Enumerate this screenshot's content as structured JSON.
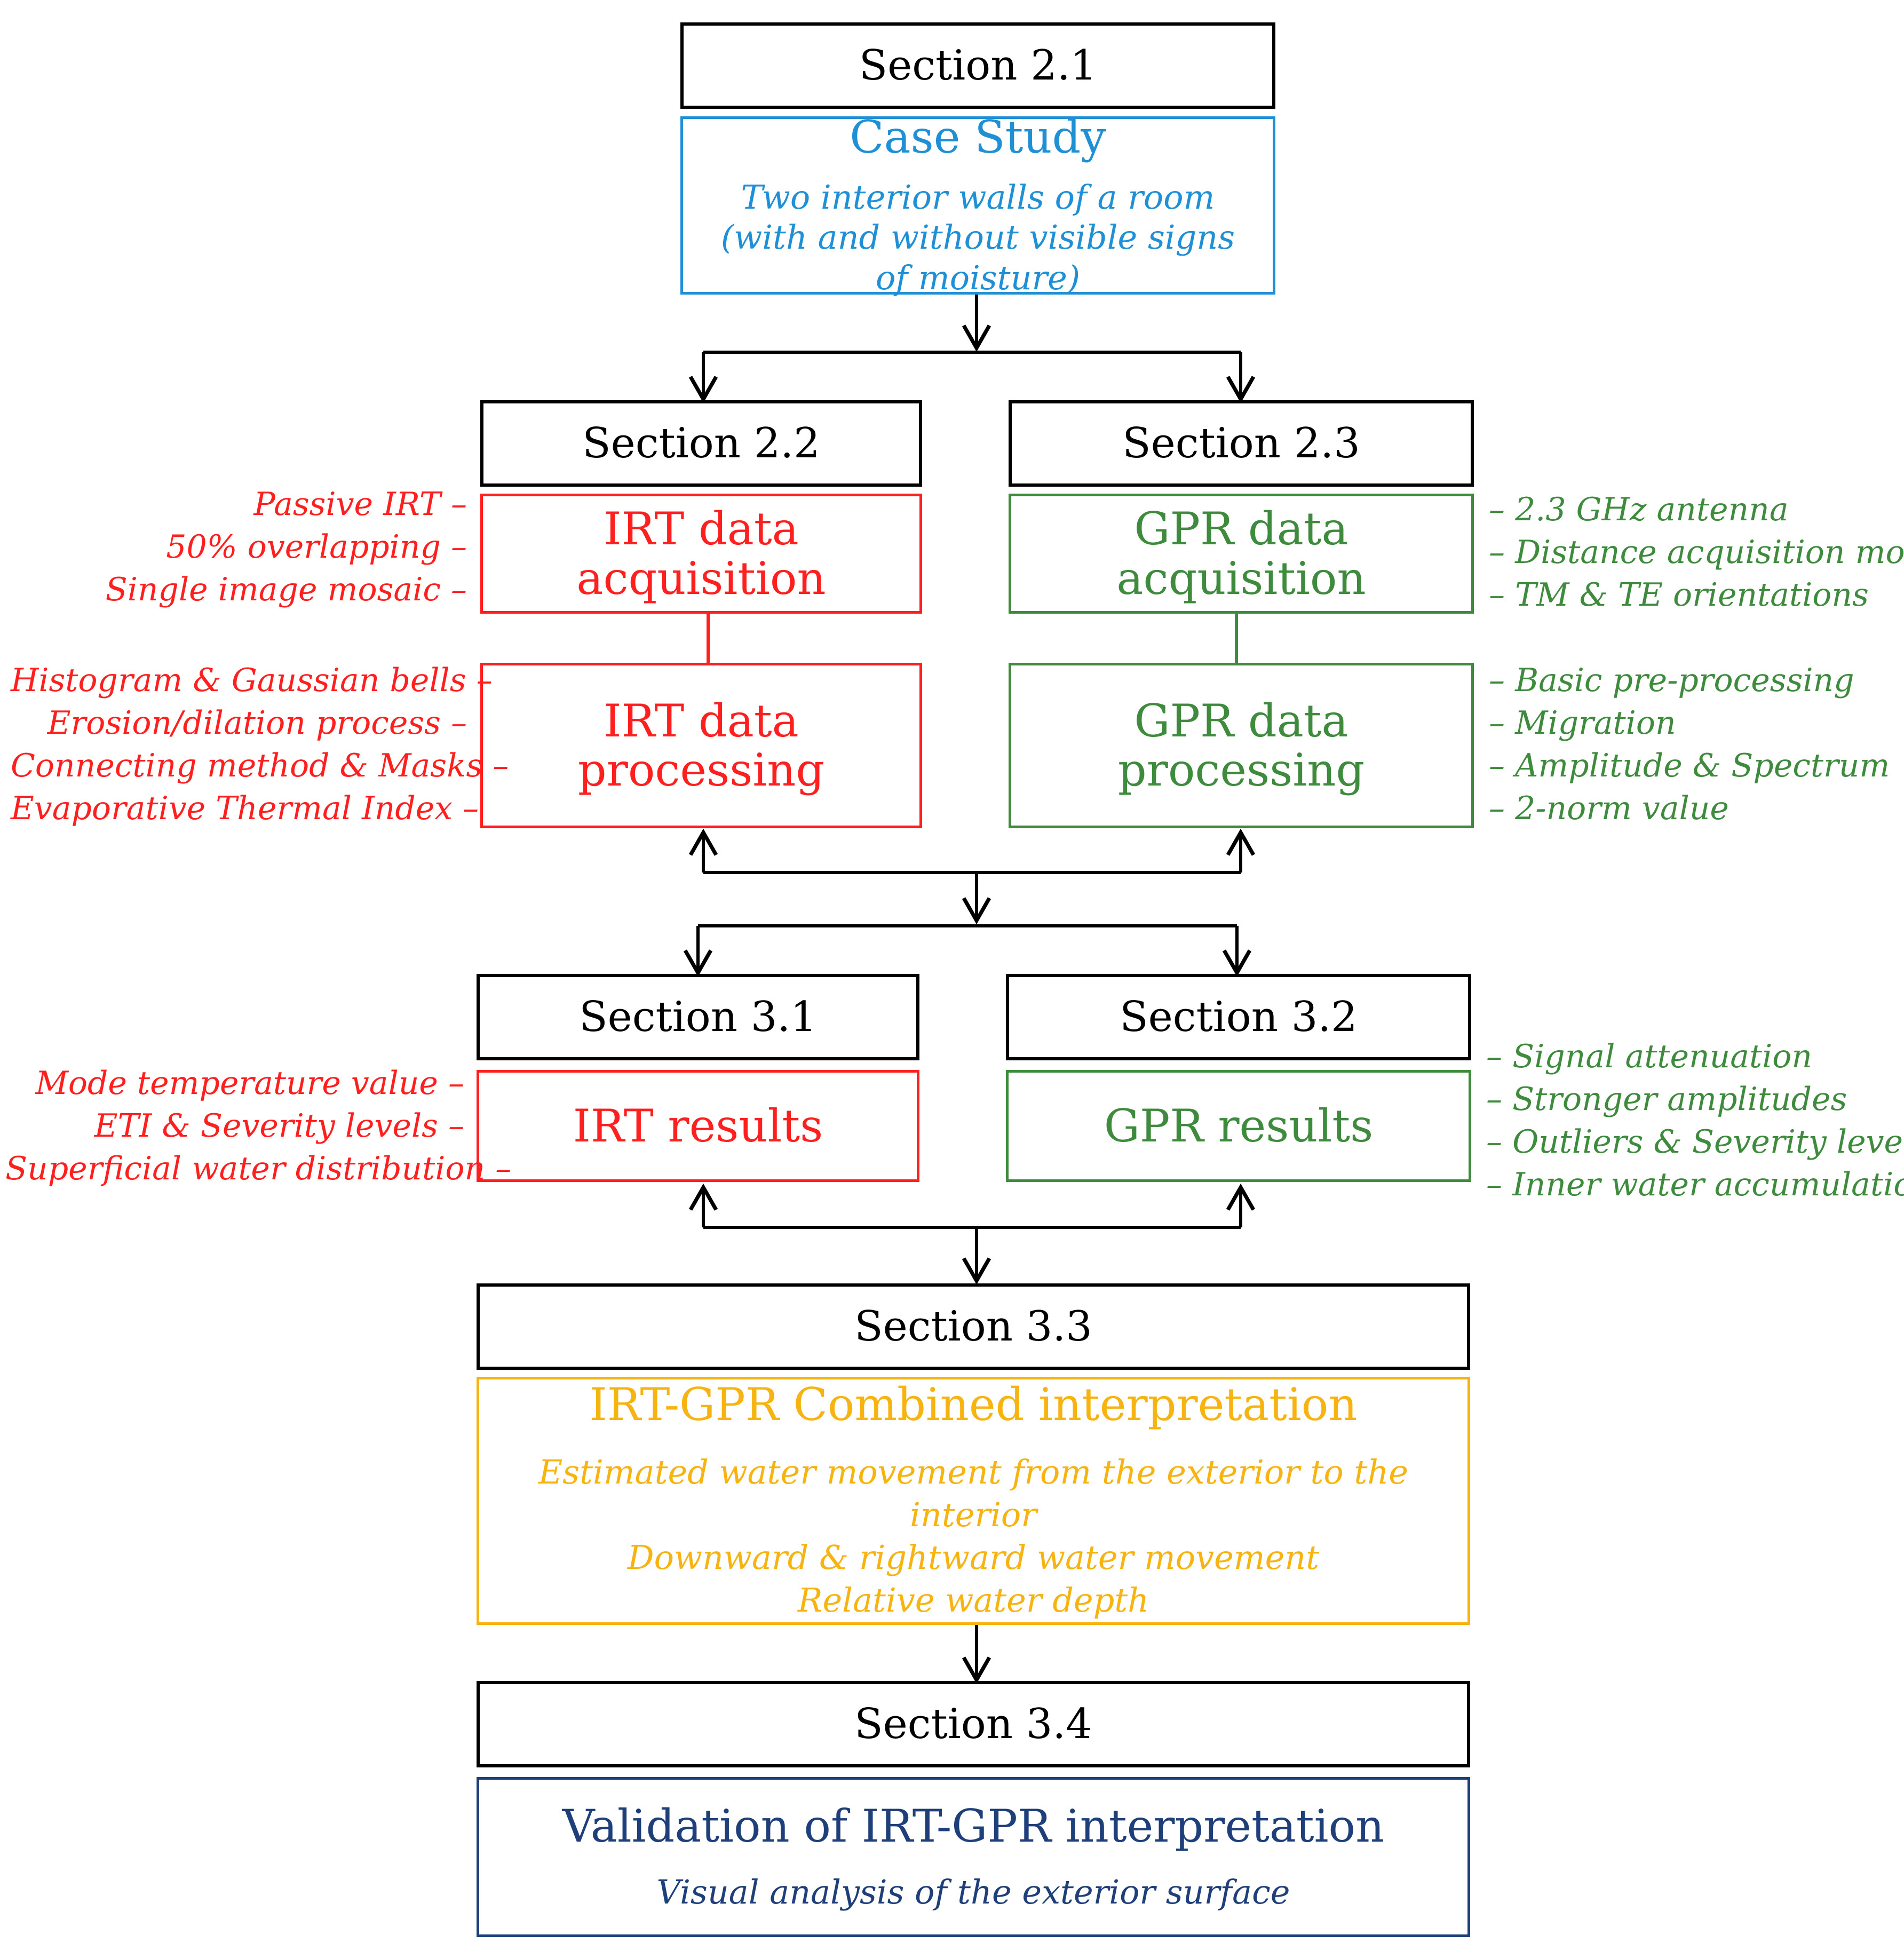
{
  "colors": {
    "case_study": "#1f8fd6",
    "irt": "#ff1f1f",
    "gpr": "#3e8b3e",
    "combined": "#f7b30f",
    "validation": "#1f3f7a",
    "section": "#000000"
  },
  "section_2_1": {
    "header": "Section 2.1",
    "title": "Case Study",
    "description": "Two interior walls of a room (with and without visible signs of moisture)"
  },
  "section_2_2": {
    "header": "Section 2.2",
    "acquisition_title": "IRT data acquisition",
    "acquisition_notes": [
      "Passive IRT –",
      "50% overlapping –",
      "Single image mosaic –"
    ],
    "processing_title": "IRT data processing",
    "processing_notes": [
      "Histogram & Gaussian bells –",
      "Erosion/dilation process –",
      "Connecting method & Masks –",
      "Evaporative Thermal Index –"
    ]
  },
  "section_2_3": {
    "header": "Section 2.3",
    "acquisition_title": "GPR data acquisition",
    "acquisition_notes": [
      "– 2.3 GHz antenna",
      "– Distance acquisition mode",
      "– TM & TE orientations"
    ],
    "processing_title": "GPR data processing",
    "processing_notes": [
      "– Basic pre-processing",
      "– Migration",
      "– Amplitude & Spectrum",
      "– 2-norm value"
    ]
  },
  "section_3_1": {
    "header": "Section 3.1",
    "title": "IRT results",
    "notes": [
      "Mode temperature value –",
      "ETI & Severity levels –",
      "Superficial water distribution –"
    ]
  },
  "section_3_2": {
    "header": "Section 3.2",
    "title": "GPR results",
    "notes": [
      "– Signal attenuation",
      "– Stronger amplitudes",
      "– Outliers & Severity levels",
      "– Inner water accumulation"
    ]
  },
  "section_3_3": {
    "header": "Section 3.3",
    "title": "IRT-GPR Combined interpretation",
    "lines": [
      "Estimated water movement from the exterior to the interior",
      "Downward & rightward water movement",
      "Relative water depth"
    ]
  },
  "section_3_4": {
    "header": "Section 3.4",
    "title": "Validation of IRT-GPR interpretation",
    "description": "Visual analysis of the exterior surface"
  }
}
